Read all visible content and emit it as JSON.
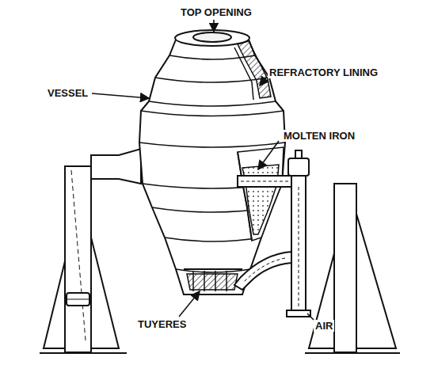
{
  "diagram": {
    "labels": [
      "TOP OPENING",
      "VESSEL",
      "REFRACTORY LINING",
      "MOLTEN IRON",
      "TUYERES",
      "AIR"
    ]
  }
}
